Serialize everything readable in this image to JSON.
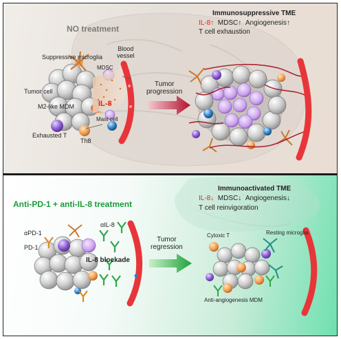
{
  "top": {
    "condition": "NO treatment",
    "labels": {
      "suppressive_microglia": "Suppressive microglia",
      "blood_vessel": "Blood\nvessel",
      "mdsc": "MDSC",
      "tumor_cell": "Tumor cell",
      "m2_mdm": "M2-like MDM",
      "il8": "IL-8",
      "mast_cell": "Mast cell",
      "exhausted_t": "Exhausted T",
      "th8": "Th8"
    },
    "arrow_label": "Tumor\nprogression",
    "tme": {
      "title": "Immunosuppressive TME",
      "il8": "IL-8",
      "mdsc": "MDSC",
      "angiogenesis": "Angiogenesis",
      "note": "T cell exhaustion",
      "il8_dir": "↑",
      "mdsc_dir": "↑",
      "angio_dir": "↑"
    }
  },
  "bottom": {
    "condition": "Anti-PD-1 + anti-IL-8 treatment",
    "labels": {
      "apd1": "αPD-1",
      "pd1": "PD-1",
      "ail8": "αIL-8",
      "blockade": "IL-8 blockade",
      "cytoxic_t": "Cytoxic T",
      "resting_microglia": "Resting microglia",
      "anti_angio_mdm": "Anti-angiogenesis MDM"
    },
    "arrow_label": "Tumor\nregression",
    "tme": {
      "title": "Immunoactivated TME",
      "il8": "IL-8",
      "mdsc": "MDSC",
      "angiogenesis": "Angiogenesis",
      "note": "T cell reinvigoration",
      "il8_dir": "↓",
      "mdsc_dir": "↓",
      "angio_dir": "↓"
    }
  },
  "colors": {
    "red_accent": "#e0261e",
    "green_accent": "#1a9a3a",
    "vessel": "#e8353a",
    "tumor_cell": "#c9c9c9",
    "mdsc": "#b58ad6",
    "t_cell": "#8a5bd1",
    "mdm": "#e0783a",
    "microglia": "#c98a4a",
    "mast": "#2e7fc7",
    "antibody": "#2ea84a"
  }
}
